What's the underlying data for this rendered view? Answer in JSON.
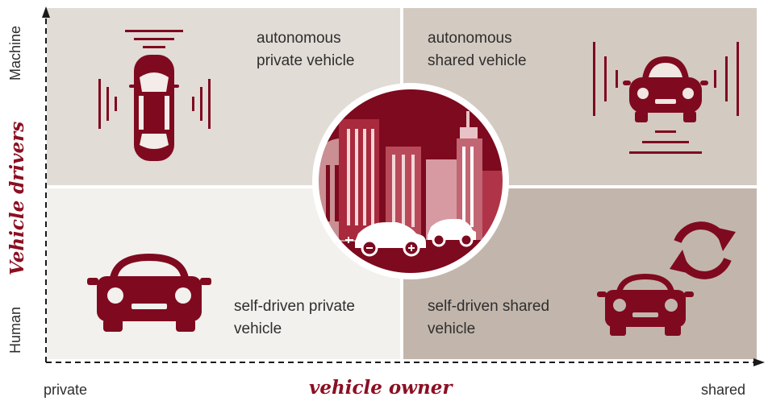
{
  "quadrants": {
    "top_left": "autonomous\nprivate vehicle",
    "top_right": "autonomous\nshared vehicle",
    "bottom_left": "self-driven private\nvehicle",
    "bottom_right": "self-driven shared\nvehicle"
  },
  "x_axis": {
    "title": "vehicle owner",
    "min_label": "private",
    "max_label": "shared"
  },
  "y_axis": {
    "title": "Vehicle drivers",
    "min_label": "Human",
    "max_label": "Machine"
  },
  "colors": {
    "accent": "#7f0a1f",
    "top_left_bg": "#e1dcd6",
    "top_right_bg": "#d3cac1",
    "bottom_left_bg": "#f3f1ee",
    "bottom_right_bg": "#c2b6ac"
  },
  "icons": [
    "car-top-view-icon",
    "car-front-sensor-icon",
    "car-front-icon",
    "car-front-share-icon",
    "refresh-arrows-icon",
    "city-skyline-icon",
    "electric-car-icon"
  ]
}
